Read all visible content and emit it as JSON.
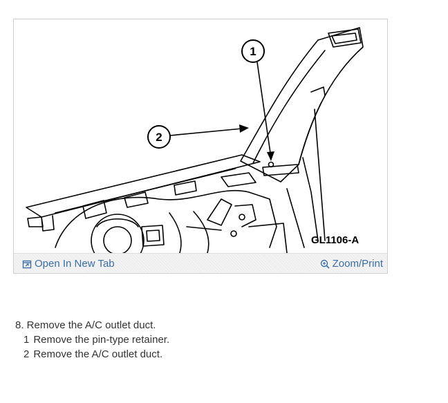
{
  "figure": {
    "callout_1": "1",
    "callout_2": "2",
    "figure_code": "GL1106-A"
  },
  "toolbar": {
    "open_new_tab": "Open In New Tab",
    "zoom_print": "Zoom/Print",
    "link_color": "#3a6ea5"
  },
  "steps": {
    "main": "8. Remove the A/C outlet duct.",
    "substeps": [
      {
        "num": "1",
        "text": "Remove the pin-type retainer."
      },
      {
        "num": "2",
        "text": "Remove the A/C outlet duct."
      }
    ]
  }
}
